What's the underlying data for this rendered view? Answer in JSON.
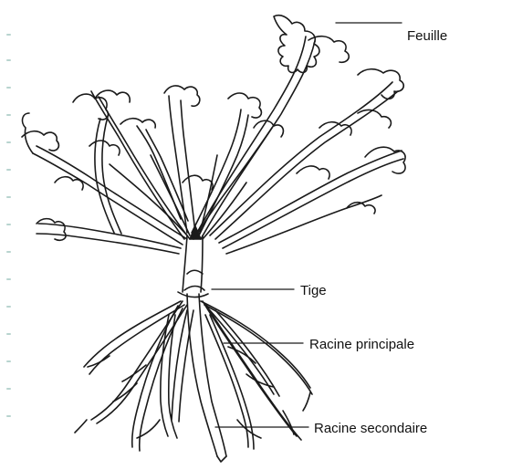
{
  "labels": {
    "feuille": "Feuille",
    "tige": "Tige",
    "racine_principale": "Racine principale",
    "racine_secondaire": "Racine secondaire"
  },
  "colors": {
    "ink": "#1a1a1a",
    "background": "#ffffff",
    "scan_dots": "#b8d4cf"
  }
}
